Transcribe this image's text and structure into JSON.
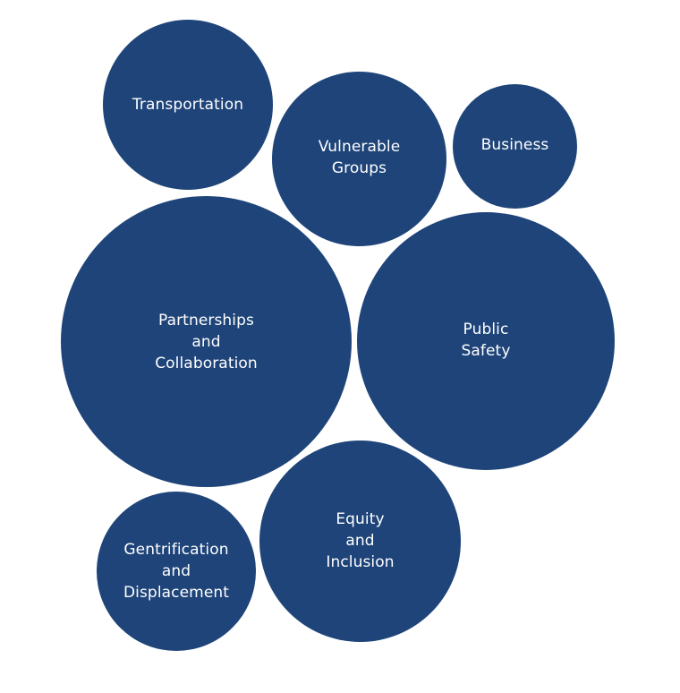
{
  "colors": {
    "bubble_fill": "#1e4479",
    "label_text": "#ffffff",
    "background": "#ffffff"
  },
  "bubbles": [
    {
      "label": "Transportation"
    },
    {
      "label": "Vulnerable\nGroups"
    },
    {
      "label": "Business"
    },
    {
      "label": "Partnerships\nand\nCollaboration"
    },
    {
      "label": "Public\nSafety"
    },
    {
      "label": "Equity\nand\nInclusion"
    },
    {
      "label": "Gentrification\nand\nDisplacement"
    }
  ]
}
